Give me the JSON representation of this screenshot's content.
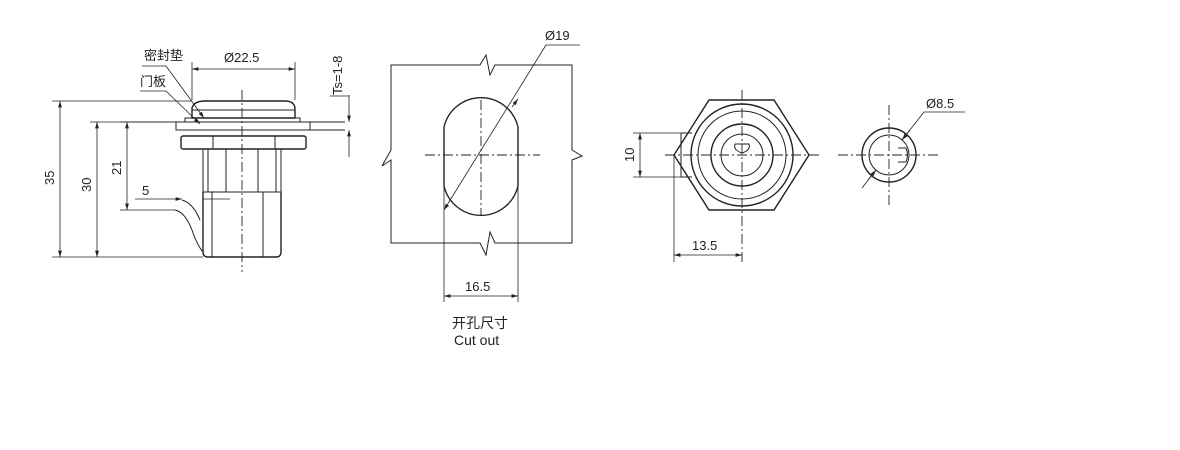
{
  "side_view": {
    "label_seal": "密封垫",
    "label_panel": "门板",
    "dim_diameter": "Ø22.5",
    "dim_thickness": "Ts=1-8",
    "dim_35": "35",
    "dim_30": "30",
    "dim_21": "21",
    "dim_5": "5"
  },
  "cutout_view": {
    "dim_diameter": "Ø19",
    "dim_width": "16.5",
    "caption_cn": "开孔尺寸",
    "caption_en": "Cut out"
  },
  "front_view": {
    "dim_10": "10",
    "dim_13_5": "13.5"
  },
  "key_view": {
    "dim_diameter": "Ø8.5"
  }
}
